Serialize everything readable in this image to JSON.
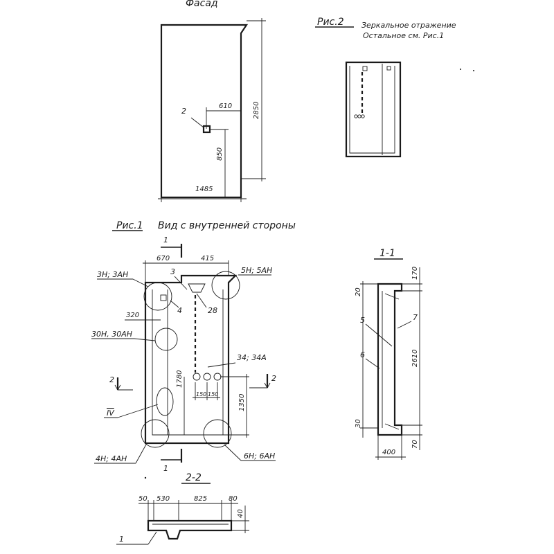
{
  "titles": {
    "facade": "Фасад",
    "fig2_title": "Рис.2",
    "fig2_line1": "Зеркальное отражение",
    "fig2_line2": "Остальное см. Рис.1",
    "fig1_title": "Рис.1",
    "fig1_sub": "Вид с внутренней стороны",
    "section_11": "1-1",
    "section_22": "2-2"
  },
  "facade": {
    "dim_width": "1485",
    "dim_height": "2850",
    "dim_h_offset": "610",
    "dim_v_offset": "850",
    "callout": "2"
  },
  "fig1": {
    "marker_top": "1",
    "marker_bottom": "1",
    "marker_left": "2",
    "marker_right": "2",
    "dim_670": "670",
    "dim_415": "415",
    "dim_320": "320",
    "dim_1780": "1780",
    "dim_1350": "1350",
    "dim_150a": "150",
    "dim_150b": "150",
    "label_3h": "3Н; 3АН",
    "label_5h": "5Н; 5АН",
    "label_30h": "30Н, 30АН",
    "label_34": "34; 34А",
    "label_iv": "IV",
    "label_4h": "4Н; 4АН",
    "label_6h": "6Н; 6АН",
    "callout_3": "3",
    "callout_4": "4",
    "callout_28": "28"
  },
  "sec11": {
    "dim_170": "170",
    "dim_20": "20",
    "dim_2610": "2610",
    "dim_30": "30",
    "dim_70": "70",
    "dim_400": "400",
    "callout_5": "5",
    "callout_7": "7",
    "callout_6": "6"
  },
  "sec22": {
    "dim_50": "50",
    "dim_530": "530",
    "dim_825": "825",
    "dim_80": "80",
    "dim_40": "40",
    "callout_1": "1"
  }
}
